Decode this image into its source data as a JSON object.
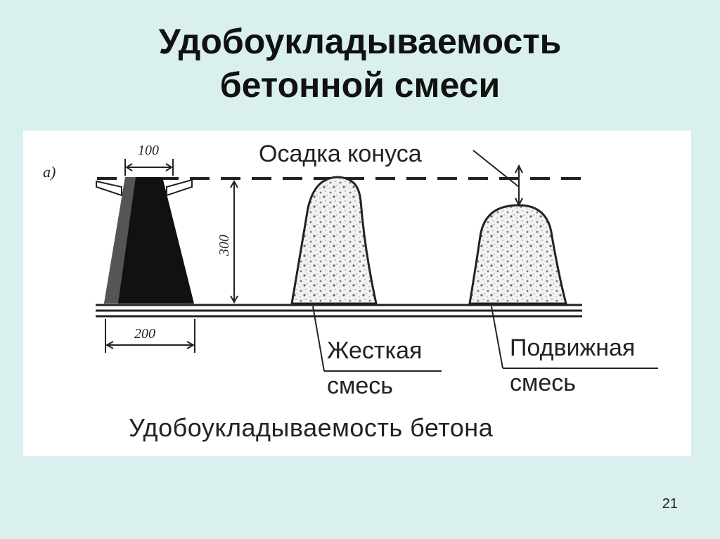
{
  "slide": {
    "title_line1": "Удобоукладываемость",
    "title_line2": "бетонной смеси",
    "page_number": "21"
  },
  "figure": {
    "panel_label": "а)",
    "dim_top": "100",
    "dim_bottom": "200",
    "dim_height": "300",
    "slump_label": "Осадка конуса",
    "stiff_line1": "Жесткая",
    "stiff_line2": "смесь",
    "plastic_line1": "Подвижная",
    "plastic_line2": "смесь",
    "caption": "Удобоукладываемость бетона"
  }
}
